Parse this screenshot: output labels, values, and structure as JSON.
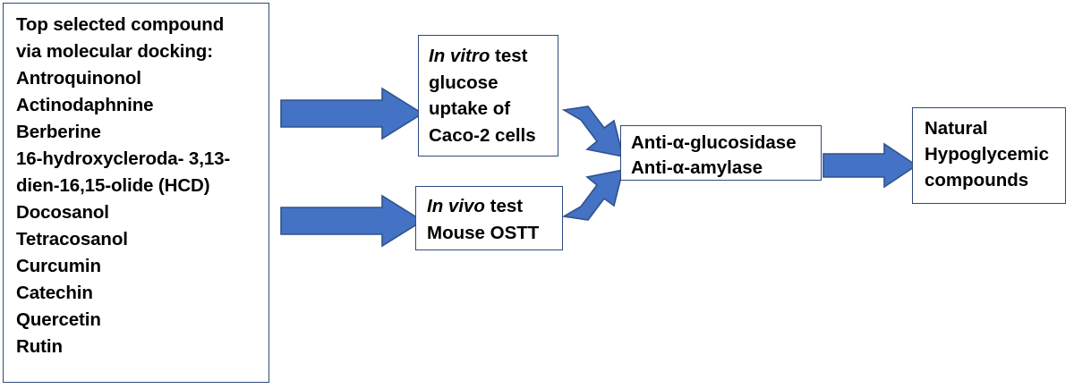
{
  "diagram": {
    "title": "Natural hypoglycemic compound screening workflow",
    "colors": {
      "arrow_fill": "#4472C4",
      "arrow_stroke": "#2F528F",
      "box_border": "#2E4A7D",
      "box_background": "#FFFFFF",
      "text": "#000000"
    },
    "nodes": {
      "compound_list": {
        "heading": "Top selected compound via molecular docking:",
        "text": "Top selected compound\nvia molecular docking:\nAntroquinonol\nActinodaphnine\nBerberine\n16-hydroxycleroda- 3,13-\ndien-16,15-olide (HCD)\nDocosanol\nTetracosanol\nCurcumin\nCatechin\nQuercetin\nRutin",
        "compounds": [
          "Antroquinonol",
          "Actinodaphnine",
          "Berberine",
          "16-hydroxycleroda- 3,13-dien-16,15-olide (HCD)",
          "Docosanol",
          "Tetracosanol",
          "Curcumin",
          "Catechin",
          "Quercetin",
          "Rutin"
        ]
      },
      "in_vitro": {
        "emphasis": "In vitro",
        "rest_line1": " test",
        "body": "glucose\nuptake of\nCaco-2 cells",
        "full_text": "In vitro test glucose uptake of Caco-2 cells"
      },
      "in_vivo": {
        "emphasis": "In vivo",
        "rest_line1": " test",
        "body": "Mouse OSTT",
        "full_text": "In vivo test Mouse OSTT"
      },
      "anti_enzyme": {
        "text": "Anti-α-glucosidase\nAnti-α-amylase",
        "lines": [
          "Anti-α-glucosidase",
          "Anti-α-amylase"
        ]
      },
      "outcome": {
        "text": "Natural\nHypoglycemic\ncompounds",
        "lines": [
          "Natural",
          "Hypoglycemic",
          "compounds"
        ]
      }
    },
    "arrows": [
      {
        "name": "arrow-to-invitro",
        "from": "compound_list",
        "to": "in_vitro",
        "direction": "right"
      },
      {
        "name": "arrow-to-invivo",
        "from": "compound_list",
        "to": "in_vivo",
        "direction": "right"
      },
      {
        "name": "arrow-invitro-to-enzyme",
        "from": "in_vitro",
        "to": "anti_enzyme",
        "direction": "down-right"
      },
      {
        "name": "arrow-invivo-to-enzyme",
        "from": "in_vivo",
        "to": "anti_enzyme",
        "direction": "up-right"
      },
      {
        "name": "arrow-to-outcome",
        "from": "anti_enzyme",
        "to": "outcome",
        "direction": "right"
      }
    ]
  }
}
